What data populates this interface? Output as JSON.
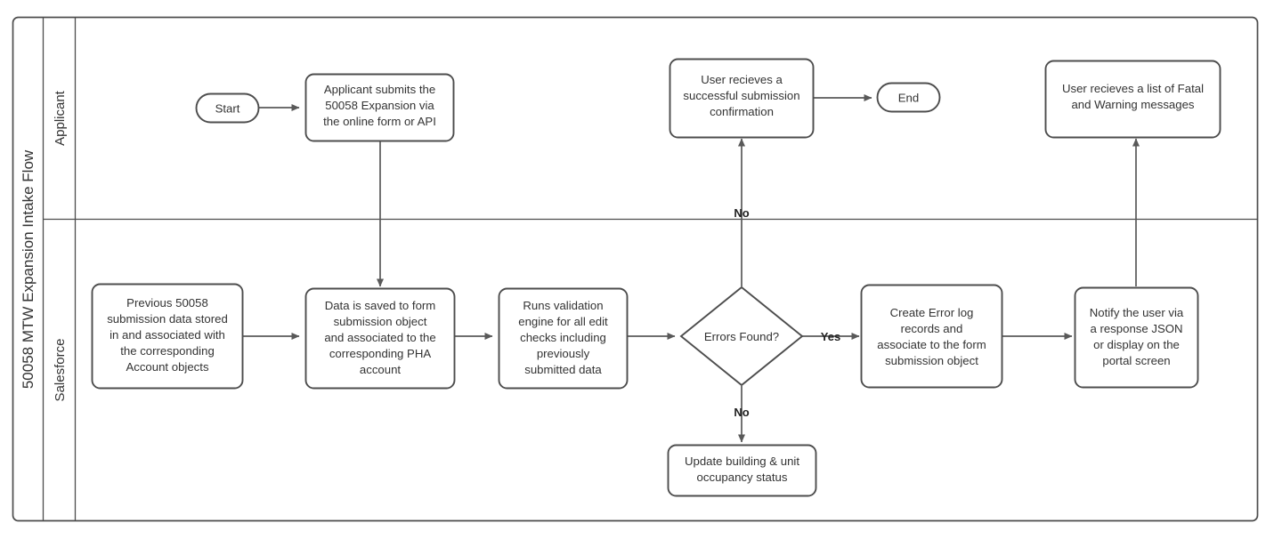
{
  "diagram": {
    "type": "flowchart-swimlane",
    "pool_title": "50058 MTW Expansion Intake Flow",
    "lanes": [
      {
        "id": "applicant",
        "label": "Applicant"
      },
      {
        "id": "salesforce",
        "label": "Salesforce"
      }
    ],
    "nodes": [
      {
        "id": "start",
        "shape": "terminator",
        "lane": "applicant",
        "label": "Start"
      },
      {
        "id": "submit",
        "shape": "process",
        "lane": "applicant",
        "lines": [
          "Applicant submits the",
          "50058 Expansion via",
          "the online form or API"
        ]
      },
      {
        "id": "confirmation",
        "shape": "process",
        "lane": "applicant",
        "lines": [
          "User recieves a",
          "successful submission",
          "confirmation"
        ]
      },
      {
        "id": "end",
        "shape": "terminator",
        "lane": "applicant",
        "label": "End"
      },
      {
        "id": "fatal-warning",
        "shape": "process",
        "lane": "applicant",
        "lines": [
          "User recieves a list of Fatal",
          "and Warning messages"
        ]
      },
      {
        "id": "previous-data",
        "shape": "process",
        "lane": "salesforce",
        "lines": [
          "Previous 50058",
          "submission data stored",
          "in and associated with",
          "the corresponding",
          "Account objects"
        ]
      },
      {
        "id": "save-data",
        "shape": "process",
        "lane": "salesforce",
        "lines": [
          "Data is saved to form",
          "submission object",
          "and associated to the",
          "corresponding PHA",
          "account"
        ]
      },
      {
        "id": "validation",
        "shape": "process",
        "lane": "salesforce",
        "lines": [
          "Runs validation",
          "engine for all edit",
          "checks including",
          "previously",
          "submitted data"
        ]
      },
      {
        "id": "errors-found",
        "shape": "decision",
        "lane": "salesforce",
        "lines": [
          "Errors Found?"
        ]
      },
      {
        "id": "error-log",
        "shape": "process",
        "lane": "salesforce",
        "lines": [
          "Create Error log",
          "records and",
          "associate to the form",
          "submission object"
        ]
      },
      {
        "id": "notify",
        "shape": "process",
        "lane": "salesforce",
        "lines": [
          "Notify the user via",
          "a response JSON",
          "or display on the",
          "portal screen"
        ]
      },
      {
        "id": "occupancy",
        "shape": "process",
        "lane": "salesforce",
        "lines": [
          "Update building & unit",
          "occupancy status"
        ]
      }
    ],
    "edges": [
      {
        "from": "start",
        "to": "submit",
        "label": ""
      },
      {
        "from": "submit",
        "to": "save-data",
        "label": ""
      },
      {
        "from": "previous-data",
        "to": "save-data",
        "label": ""
      },
      {
        "from": "save-data",
        "to": "validation",
        "label": ""
      },
      {
        "from": "validation",
        "to": "errors-found",
        "label": ""
      },
      {
        "from": "errors-found",
        "to": "error-log",
        "label": "Yes"
      },
      {
        "from": "errors-found",
        "to": "occupancy",
        "label": "No"
      },
      {
        "from": "errors-found",
        "to": "confirmation",
        "label": "No"
      },
      {
        "from": "error-log",
        "to": "notify",
        "label": ""
      },
      {
        "from": "notify",
        "to": "fatal-warning",
        "label": ""
      },
      {
        "from": "confirmation",
        "to": "end",
        "label": ""
      }
    ],
    "edge_labels": {
      "yes": "Yes",
      "no_up": "No",
      "no_down": "No"
    },
    "colors": {
      "background": "#ffffff",
      "shape_stroke": "#4d4d4d",
      "shape_fill": "#ffffff",
      "line": "#595959",
      "text": "#333333"
    }
  }
}
